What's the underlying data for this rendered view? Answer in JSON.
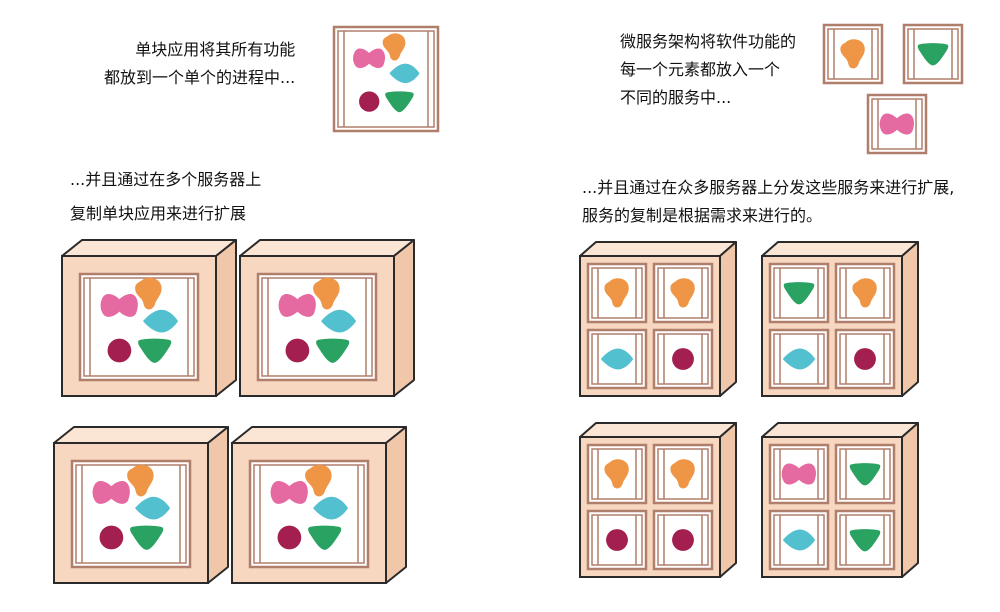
{
  "left": {
    "caption_top": [
      "单块应用将其所有功能",
      "都放到一个单个的进程中..."
    ],
    "caption_bottom": [
      "...并且通过在多个服务器上",
      "复制单块应用来进行扩展"
    ],
    "legend_shapes": [
      "pink-bow",
      "orange-blob",
      "teal-diamond",
      "crimson-circle",
      "green-triangle"
    ],
    "servers": [
      {
        "type": "monolith",
        "shapes": [
          "pink-bow",
          "orange-blob",
          "teal-diamond",
          "crimson-circle",
          "green-triangle"
        ]
      },
      {
        "type": "monolith",
        "shapes": [
          "pink-bow",
          "orange-blob",
          "teal-diamond",
          "crimson-circle",
          "green-triangle"
        ]
      },
      {
        "type": "monolith",
        "shapes": [
          "pink-bow",
          "orange-blob",
          "teal-diamond",
          "crimson-circle",
          "green-triangle"
        ]
      },
      {
        "type": "monolith",
        "shapes": [
          "pink-bow",
          "orange-blob",
          "teal-diamond",
          "crimson-circle",
          "green-triangle"
        ]
      }
    ]
  },
  "right": {
    "caption_top": [
      "微服务架构将软件功能的",
      "每一个元素都放入一个",
      "不同的服务中..."
    ],
    "caption_bottom": [
      "...并且通过在众多服务器上分发这些服务来进行扩展,",
      "服务的复制是根据需求来进行的。"
    ],
    "service_boxes": [
      "orange-blob",
      "green-triangle",
      "pink-bow"
    ],
    "servers": [
      {
        "type": "microservices",
        "cells": [
          "orange-blob",
          "orange-blob",
          "teal-diamond",
          "crimson-circle"
        ]
      },
      {
        "type": "microservices",
        "cells": [
          "green-triangle",
          "orange-blob",
          "teal-diamond",
          "crimson-circle"
        ]
      },
      {
        "type": "microservices",
        "cells": [
          "orange-blob",
          "orange-blob",
          "crimson-circle",
          "crimson-circle"
        ]
      },
      {
        "type": "microservices",
        "cells": [
          "pink-bow",
          "green-triangle",
          "teal-diamond",
          "green-triangle"
        ]
      }
    ]
  },
  "colors": {
    "server_face": "#f7d7c0",
    "server_top": "#fbe6d6",
    "server_side": "#f1c7a9",
    "outline": "#2a2a2a",
    "frame": "#b07f6b",
    "window": "#ffffff",
    "pink-bow": "#e56aa2",
    "orange-blob": "#ee9646",
    "teal-diamond": "#52c0cf",
    "crimson-circle": "#a21f50",
    "green-triangle": "#2aa261"
  }
}
